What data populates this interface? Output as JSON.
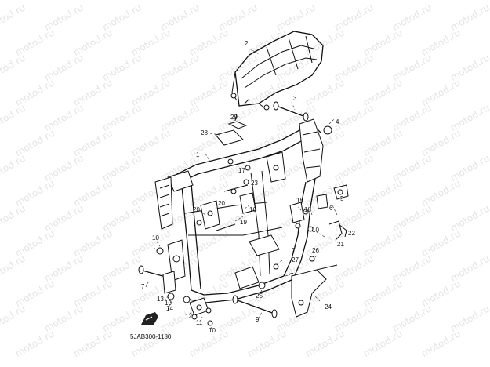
{
  "diagram": {
    "drawing_code": "5JAB300-1180",
    "watermark": "motod.ru",
    "callouts": [
      "1",
      "2",
      "3",
      "4",
      "5",
      "6",
      "7",
      "7",
      "7",
      "9",
      "10",
      "10",
      "10",
      "10",
      "11",
      "12",
      "13",
      "14",
      "15",
      "16",
      "17",
      "18",
      "19",
      "20",
      "20",
      "21",
      "22",
      "23",
      "24",
      "25",
      "26",
      "27",
      "28",
      "29"
    ]
  },
  "icons": {
    "front_arrow": "fwd-arrow-icon"
  }
}
